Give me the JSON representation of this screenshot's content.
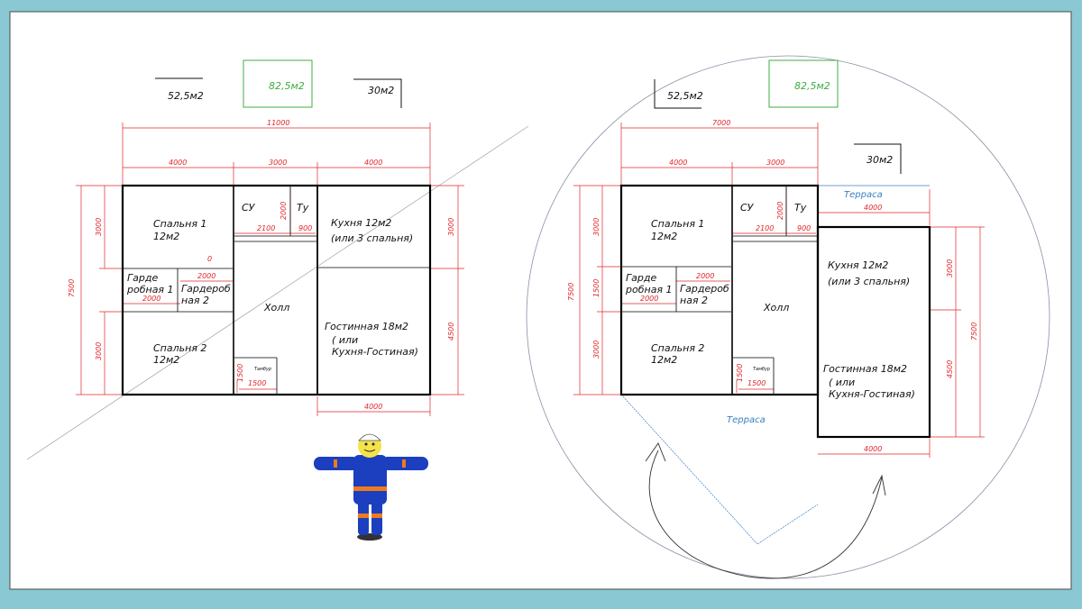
{
  "canvas": {
    "background": "#8ac8d4",
    "sheet": "#ffffff",
    "dim_color": "#e0262a",
    "terrace_color": "#3a7fc1"
  },
  "plan1": {
    "area_a": "52,5м2",
    "area_b": "82,5м2",
    "area_c": "30м2",
    "dims": {
      "total": "11000",
      "w1": "4000",
      "w2": "3000",
      "w3": "4000",
      "bottom": "4000",
      "left_total": "7500",
      "left_top": "3000",
      "left_bot": "3000",
      "right_top": "3000",
      "right_bot": "4500",
      "su_w": "2100",
      "tu_w": "900",
      "su_h": "2000",
      "gard_w1": "2000",
      "gard_w2": "2000",
      "gard_zero": "0",
      "tambur_w": "1500",
      "tambur_h": "1500"
    },
    "rooms": {
      "bed1_a": "Спальня 1",
      "bed1_b": "12м2",
      "bed2_a": "Спальня 2",
      "bed2_b": "12м2",
      "gard1_a": "Гарде",
      "gard1_b": "робная 1",
      "gard2_a": "Гардероб",
      "gard2_b": "ная 2",
      "su": "СУ",
      "tu": "Ту",
      "kitchen_a": "Кухня 12м2",
      "kitchen_b": "(или 3 спальня)",
      "hall": "Холл",
      "living_a": "Гостинная 18м2",
      "living_b": "( или",
      "living_c": "Кухня-Гостиная)",
      "tambur": "Тамбур"
    }
  },
  "plan2": {
    "area_a": "52,5м2",
    "area_b": "82,5м2",
    "area_c": "30м2",
    "terrace_top": "Терраса",
    "terrace_bottom": "Терраса",
    "dims": {
      "total": "7000",
      "w1": "4000",
      "w2": "3000",
      "terrace_w": "4000",
      "bottom": "4000",
      "left_total": "7500",
      "left_top": "3000",
      "left_mid": "1500",
      "left_bot": "3000",
      "right_top": "3000",
      "right_bot": "4500",
      "right_total": "7500",
      "su_w": "2100",
      "tu_w": "900",
      "su_h": "2000",
      "gard_w1": "2000",
      "gard_w2": "2000",
      "tambur_w": "1500",
      "tambur_h": "1500"
    },
    "rooms": {
      "bed1_a": "Спальня 1",
      "bed1_b": "12м2",
      "bed2_a": "Спальня 2",
      "bed2_b": "12м2",
      "gard1_a": "Гарде",
      "gard1_b": "робная 1",
      "gard2_a": "Гардероб",
      "gard2_b": "ная 2",
      "su": "СУ",
      "tu": "Ту",
      "kitchen_a": "Кухня 12м2",
      "kitchen_b": "(или 3 спальня)",
      "hall": "Холл",
      "living_a": "Гостинная 18м2",
      "living_b": "( или",
      "living_c": "Кухня-Гостиная)",
      "tambur": "Тамбур"
    }
  },
  "icons": {
    "mascot": "worker-mascot-icon",
    "rotate_left": "curved-arrow-up-icon",
    "rotate_right": "curved-arrow-up-icon"
  }
}
